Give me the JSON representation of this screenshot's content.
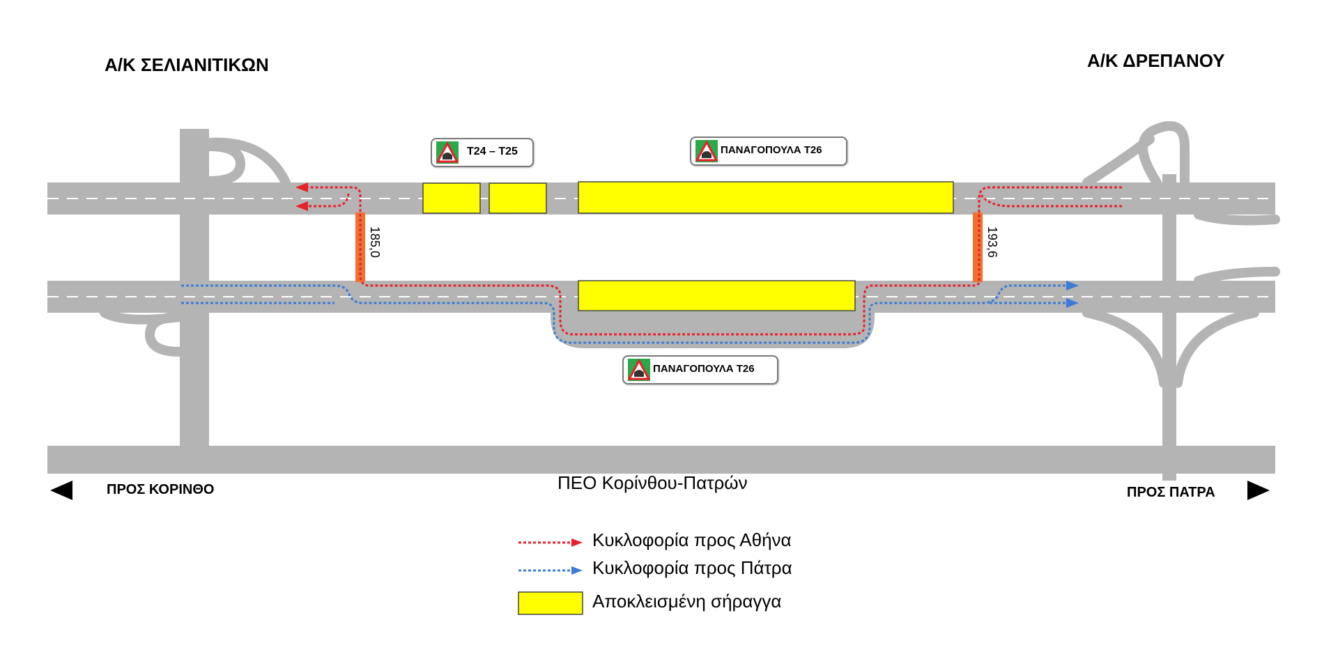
{
  "title_left": "Α/Κ ΣΕΛΙΑΝΙΤΙΚΩΝ",
  "title_right": "Α/Κ ΔΡΕΠΑΝΟΥ",
  "direction_left": "ΠΡΟΣ ΚΟΡΙΝΘΟ",
  "direction_right": "ΠΡΟΣ ΠΑΤΡΑ",
  "road_name": "ΠΕΟ Κορίνθου-Πατρών",
  "tunnels": {
    "t24_t25": "Τ24 – Τ25",
    "panagopoula_north": "ΠΑΝΑΓΟΠΟΥΛΑ Τ26",
    "panagopoula_south": "ΠΑΝΑΓΟΠΟΥΛΑ Τ26"
  },
  "chainages": {
    "west": "185,0",
    "east": "193,6"
  },
  "legend": {
    "athens": "Κυκλοφορία προς Αθήνα",
    "patra": "Κυκλοφορία προς Πάτρα",
    "closed": "Αποκλεισμένη σήραγγα"
  },
  "colors": {
    "road": "#b4b4b4",
    "closed_tunnel": "#ffff00",
    "athens_traffic": "#e8202a",
    "patra_traffic": "#3a7bd5",
    "crossover": "#f07030",
    "sign_green": "#2aa84a"
  },
  "icons": [
    "tunnel-warning-sign-icon",
    "arrow-left-icon",
    "arrow-right-icon"
  ]
}
